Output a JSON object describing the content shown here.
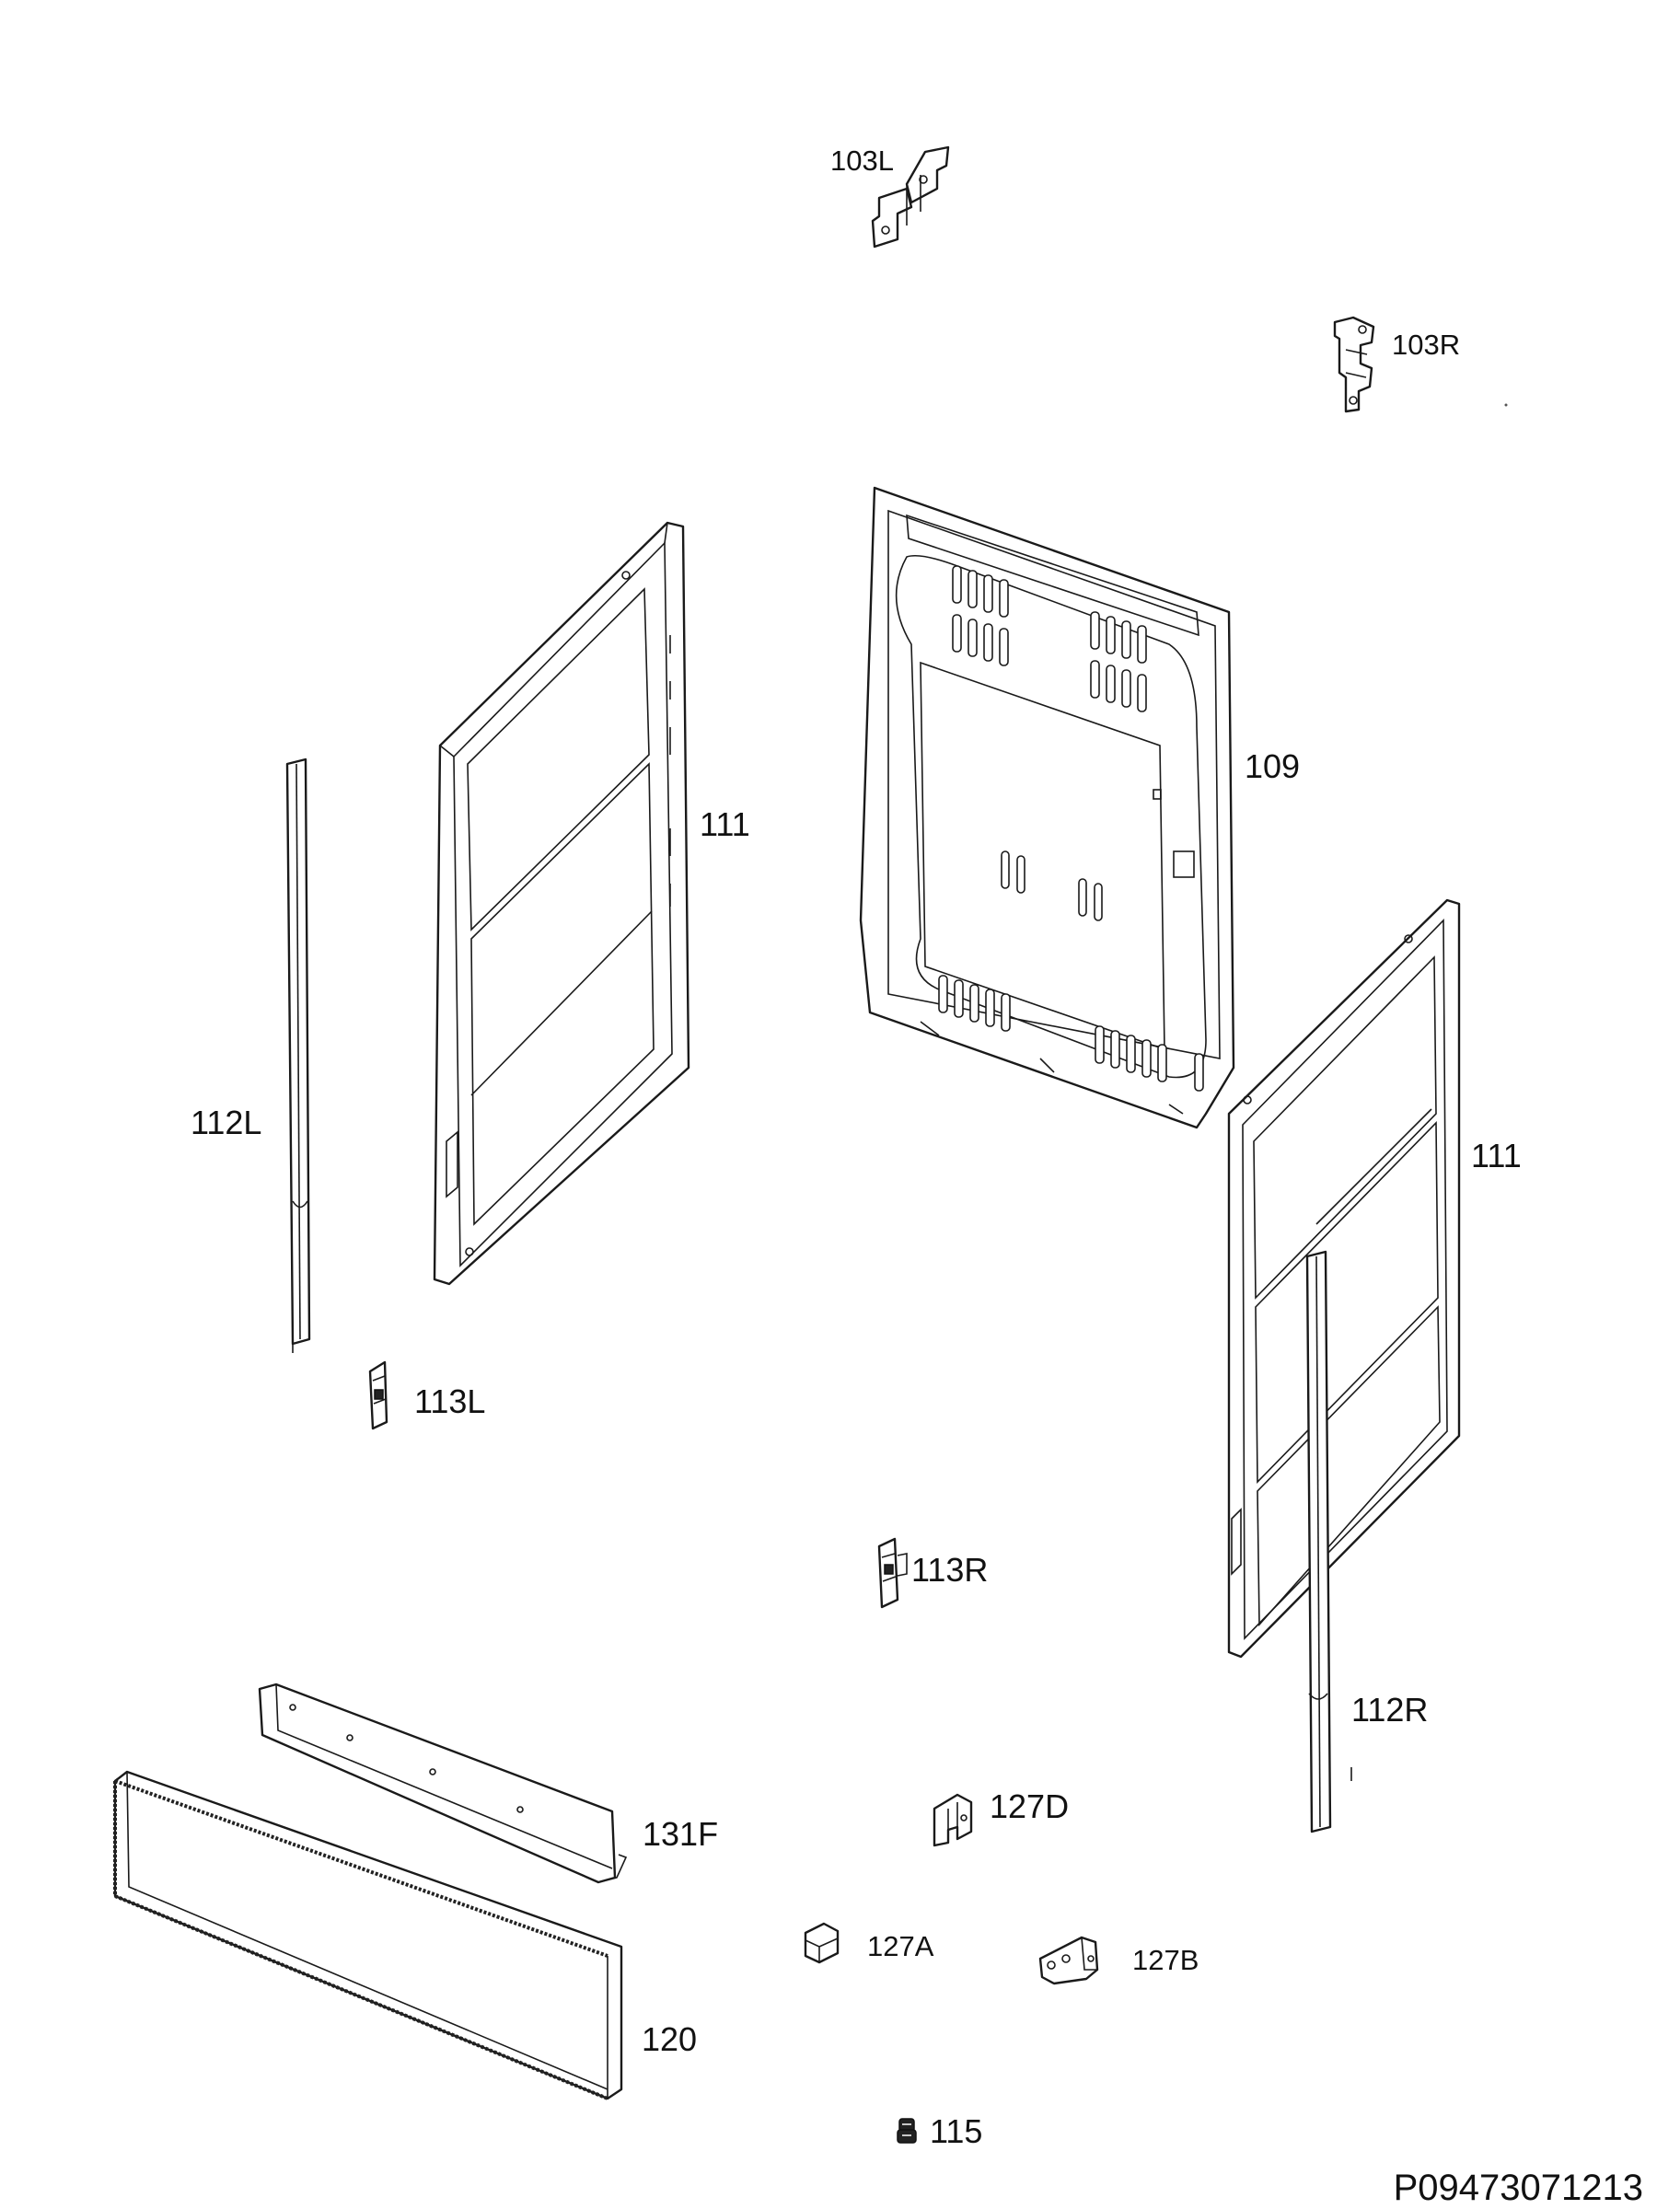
{
  "labels": {
    "p103L": "103L",
    "p103R": "103R",
    "p109": "109",
    "p111_left": "111",
    "p111_right": "111",
    "p112L": "112L",
    "p112R": "112R",
    "p113L": "113L",
    "p113R": "113R",
    "p115": "115",
    "p120": "120",
    "p127A": "127A",
    "p127B": "127B",
    "p127D": "127D",
    "p131F": "131F"
  },
  "drawing_code": "P09473071213"
}
